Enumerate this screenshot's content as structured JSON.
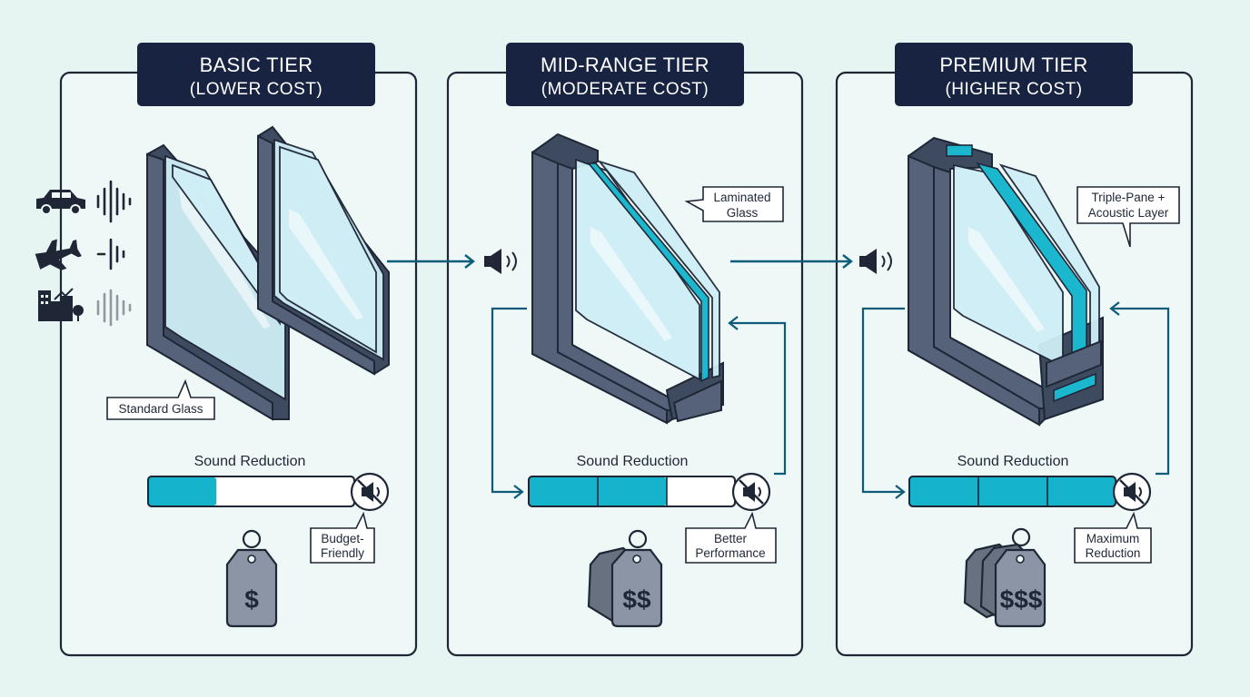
{
  "tiers": [
    {
      "title": "BASIC TIER",
      "cost": "(LOWER COST)",
      "glass_label": "Standard Glass",
      "sound_label": "Sound Reduction",
      "sound_level": 0.33,
      "note_line1": "Budget-",
      "note_line2": "Friendly",
      "price": "$"
    },
    {
      "title": "MID-RANGE TIER",
      "cost": "(MODERATE COST)",
      "glass_label_line1": "Laminated",
      "glass_label_line2": "Glass",
      "sound_label": "Sound Reduction",
      "sound_level": 0.67,
      "note_line1": "Better",
      "note_line2": "Performance",
      "price": "$$"
    },
    {
      "title": "PREMIUM TIER",
      "cost": "(HIGHER COST)",
      "glass_label_line1": "Triple-Pane +",
      "glass_label_line2": "Acoustic Layer",
      "sound_label": "Sound Reduction",
      "sound_level": 1.0,
      "note_line1": "Maximum",
      "note_line2": "Reduction",
      "price": "$$$"
    }
  ],
  "noise_sources": [
    "car-icon",
    "airplane-icon",
    "city-icon"
  ],
  "colors": {
    "header": "#172340",
    "accent": "#15b4cc",
    "frame": "#55627a",
    "background": "#e6f4f2"
  }
}
